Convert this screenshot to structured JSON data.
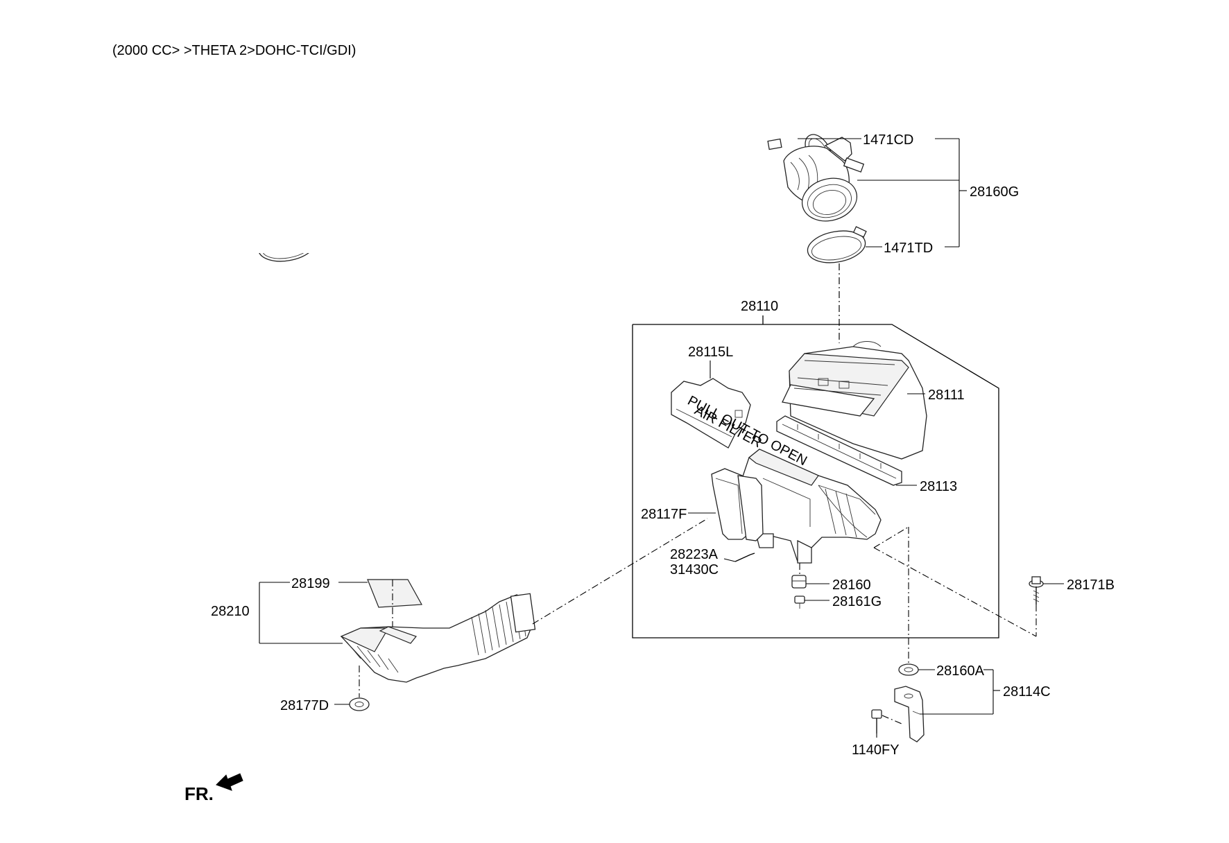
{
  "header": {
    "title": "(2000 CC> >THETA 2>DOHC-TCI/GDI)"
  },
  "labels": {
    "p1471CD": "1471CD",
    "p28160G": "28160G",
    "p1471TD": "1471TD",
    "p28110": "28110",
    "p28115L": "28115L",
    "p28111": "28111",
    "p28113": "28113",
    "p28117F": "28117F",
    "p28223A": "28223A",
    "p31430C": "31430C",
    "p28160": "28160",
    "p28161G": "28161G",
    "p28171B": "28171B",
    "p28199": "28199",
    "p28210": "28210",
    "p28177D": "28177D",
    "p28160A": "28160A",
    "p28114C": "28114C",
    "p1140FY": "1140FY"
  },
  "filter_cover_text": {
    "line1": "PULL OUT TO OPEN",
    "line2": "AIR FILTER"
  },
  "orientation": {
    "label": "FR.",
    "icon": "front-arrow-icon"
  }
}
